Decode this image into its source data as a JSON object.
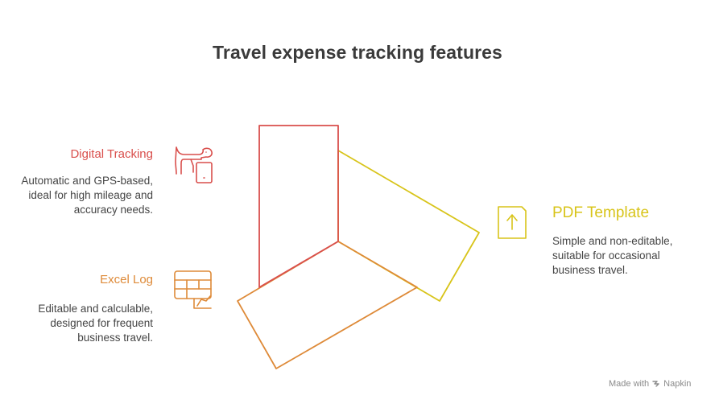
{
  "title": "Travel expense tracking features",
  "colors": {
    "digital": "#d94f4c",
    "excel": "#de8a38",
    "pdf": "#d8c41a",
    "text": "#444444",
    "title": "#3b3b3b"
  },
  "features": {
    "digital": {
      "heading": "Digital Tracking",
      "description": "Automatic and GPS-based, ideal for high mileage and accuracy needs.",
      "icon": "dog-and-phone-icon"
    },
    "excel": {
      "heading": "Excel Log",
      "description": "Editable and calculable, designed for frequent business travel.",
      "icon": "spreadsheet-chart-icon"
    },
    "pdf": {
      "heading": "PDF Template",
      "description": "Simple and non-editable, suitable for occasional business travel.",
      "icon": "document-upload-icon"
    }
  },
  "watermark": {
    "prefix": "Made with",
    "brand": "Napkin"
  }
}
